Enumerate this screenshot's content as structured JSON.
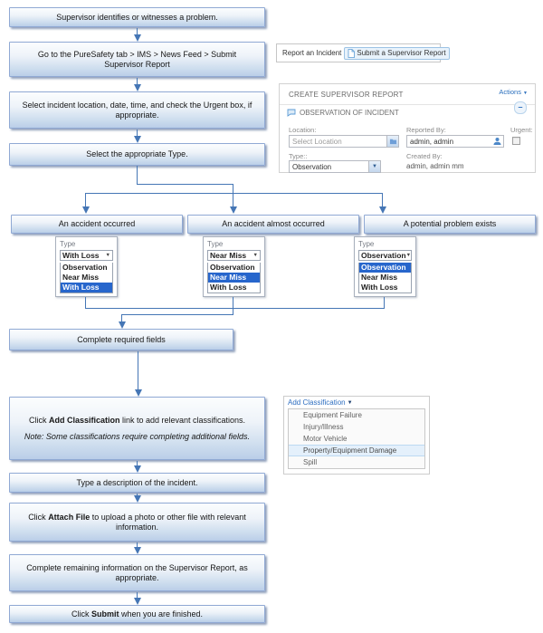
{
  "flow": {
    "box1": "Supervisor identifies or witnesses a problem.",
    "box2": "Go to the PureSafety tab > IMS > News Feed > Submit Supervisor Report",
    "box3": "Select incident location, date, time, and check the Urgent box, if appropriate.",
    "box4": "Select the appropriate Type.",
    "branch1": "An accident occurred",
    "branch2": "An accident almost occurred",
    "branch3": "A potential problem exists",
    "complete": "Complete required fields",
    "box5_pre": "Click ",
    "box5_bold": "Add Classification",
    "box5_post": " link to add relevant classifications.",
    "box5_note": "Note: Some classifications require completing additional fields.",
    "box6": "Type a description of the incident.",
    "box7_pre": "Click ",
    "box7_bold": "Attach File",
    "box7_post": " to upload a photo or other file with relevant information.",
    "box8": "Complete remaining information on the Supervisor Report, as appropriate.",
    "box9_pre": "Click ",
    "box9_bold": "Submit",
    "box9_post": " when you are finished."
  },
  "toolbar": {
    "report_incident": "Report an Incident",
    "submit_report": "Submit a Supervisor Report"
  },
  "form": {
    "title": "CREATE SUPERVISOR REPORT",
    "actions_label": "Actions",
    "section_title": "OBSERVATION OF INCIDENT",
    "collapse_glyph": "–",
    "location_label": "Location:",
    "location_placeholder": "Select Location",
    "reported_by_label": "Reported By:",
    "reported_by_value": "admin, admin",
    "urgent_label": "Urgent:",
    "type_label": "Type::",
    "type_value": "Observation",
    "created_by_label": "Created By:",
    "created_by_value": "admin, admin mm"
  },
  "type_panels": [
    {
      "label": "Type",
      "selected": "With Loss",
      "options": [
        "Observation",
        "Near Miss",
        "With Loss"
      ],
      "highlighted": "With Loss"
    },
    {
      "label": "Type",
      "selected": "Near Miss",
      "options": [
        "Observation",
        "Near Miss",
        "With Loss"
      ],
      "highlighted": "Near Miss"
    },
    {
      "label": "Type",
      "selected": "Observation",
      "options": [
        "Observation",
        "Near Miss",
        "With Loss"
      ],
      "highlighted": "Observation"
    }
  ],
  "classification": {
    "link_label": "Add Classification",
    "items": [
      "Equipment Failure",
      "Injury/Illness",
      "Motor Vehicle",
      "Property/Equipment Damage",
      "Spill"
    ],
    "highlighted": "Property/Equipment Damage"
  },
  "colors": {
    "accent_blue": "#2a6fbd",
    "connector_blue": "#4576b5",
    "selection_blue": "#2766cc",
    "box_fill_bottom": "#bacee8",
    "box_border": "#90a9d4"
  }
}
